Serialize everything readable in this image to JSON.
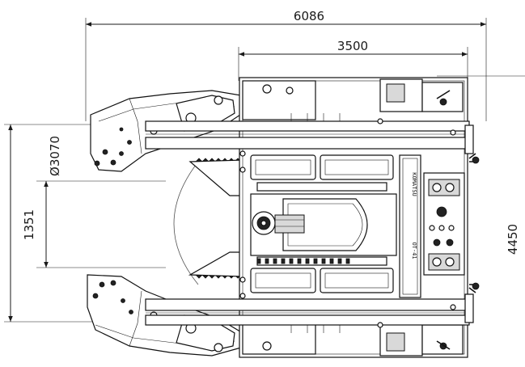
{
  "dimensions": {
    "overall_length": "6086",
    "frame_length": "3500",
    "overall_width": "4450",
    "jaw_diameter": "Ø3070",
    "jaw_opening": "1351"
  },
  "panel_labels": {
    "upper": "KOMATSU",
    "lower": "OT-41"
  }
}
